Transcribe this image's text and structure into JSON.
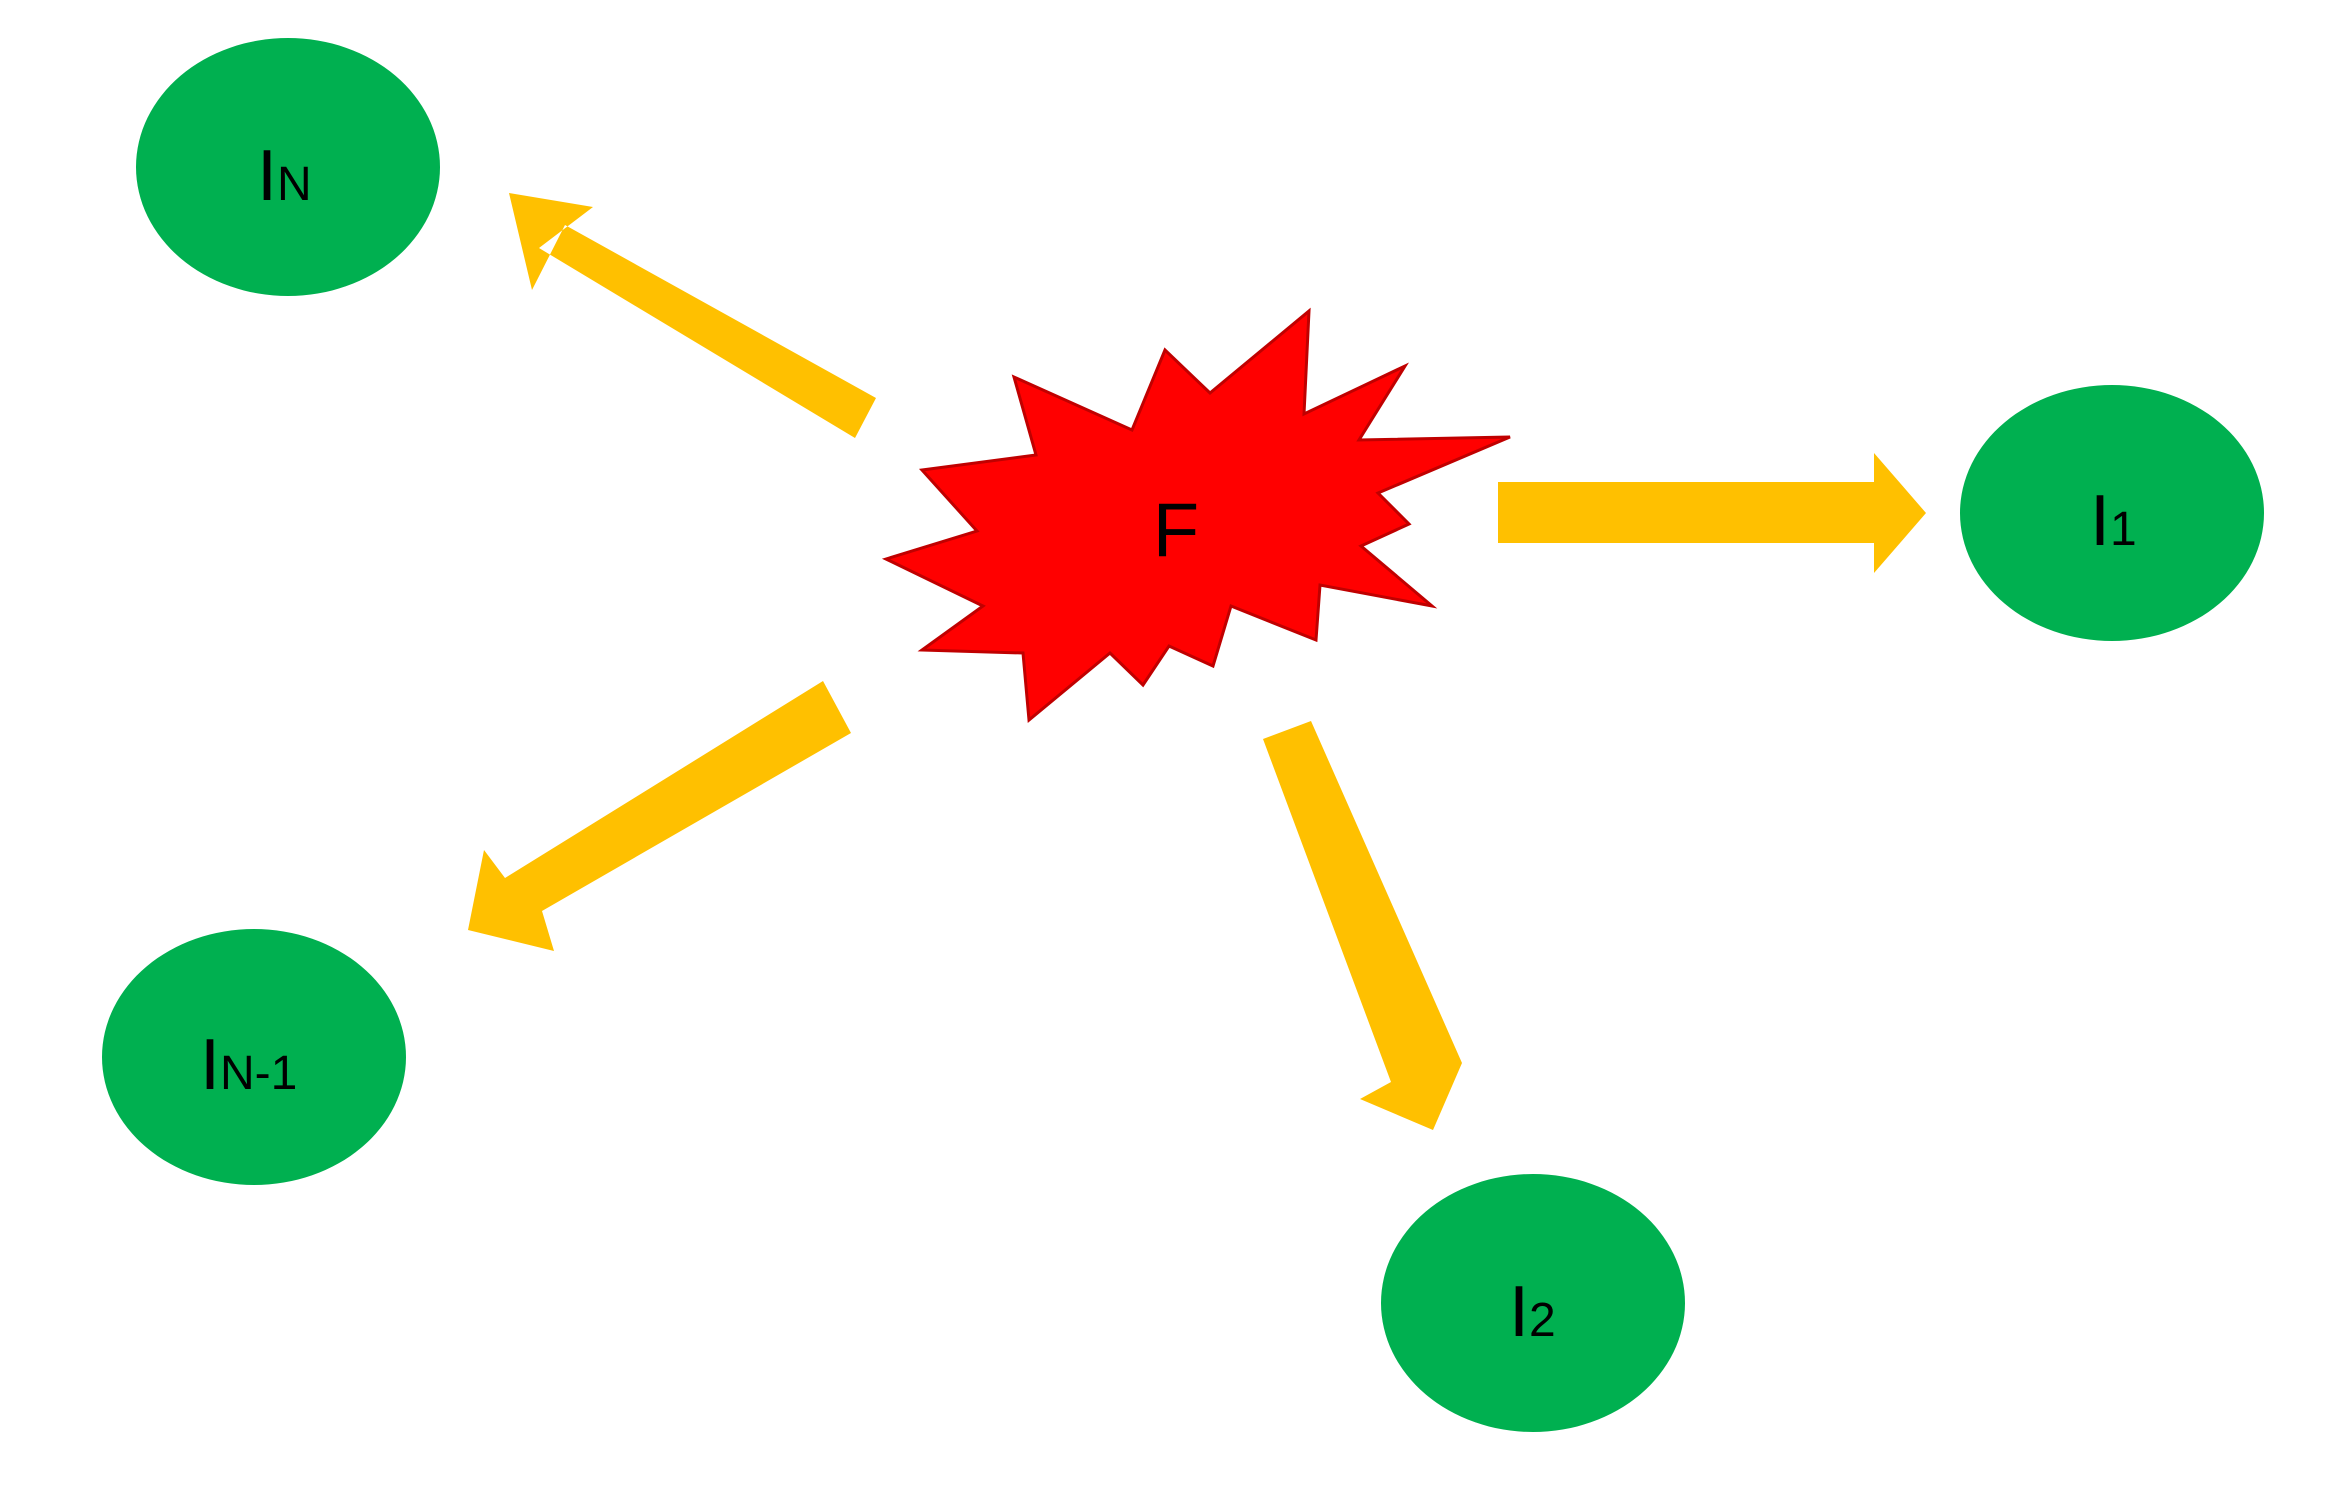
{
  "diagram": {
    "colors": {
      "node": "#00b050",
      "arrow": "#ffc000",
      "burst": "#ff0000",
      "burst_outline": "#c00000",
      "text": "#000000"
    },
    "center": {
      "label": "F",
      "shape": "explosion-burst"
    },
    "nodes": [
      {
        "id": "n",
        "main": "I",
        "sub": "N"
      },
      {
        "id": "1",
        "main": "I",
        "sub": "1"
      },
      {
        "id": "n-1",
        "main": "I",
        "sub": "N-1"
      },
      {
        "id": "2",
        "main": "I",
        "sub": "2"
      }
    ],
    "edges": [
      {
        "from": "F",
        "to": "N"
      },
      {
        "from": "F",
        "to": "1"
      },
      {
        "from": "F",
        "to": "N-1"
      },
      {
        "from": "F",
        "to": "2"
      }
    ]
  }
}
